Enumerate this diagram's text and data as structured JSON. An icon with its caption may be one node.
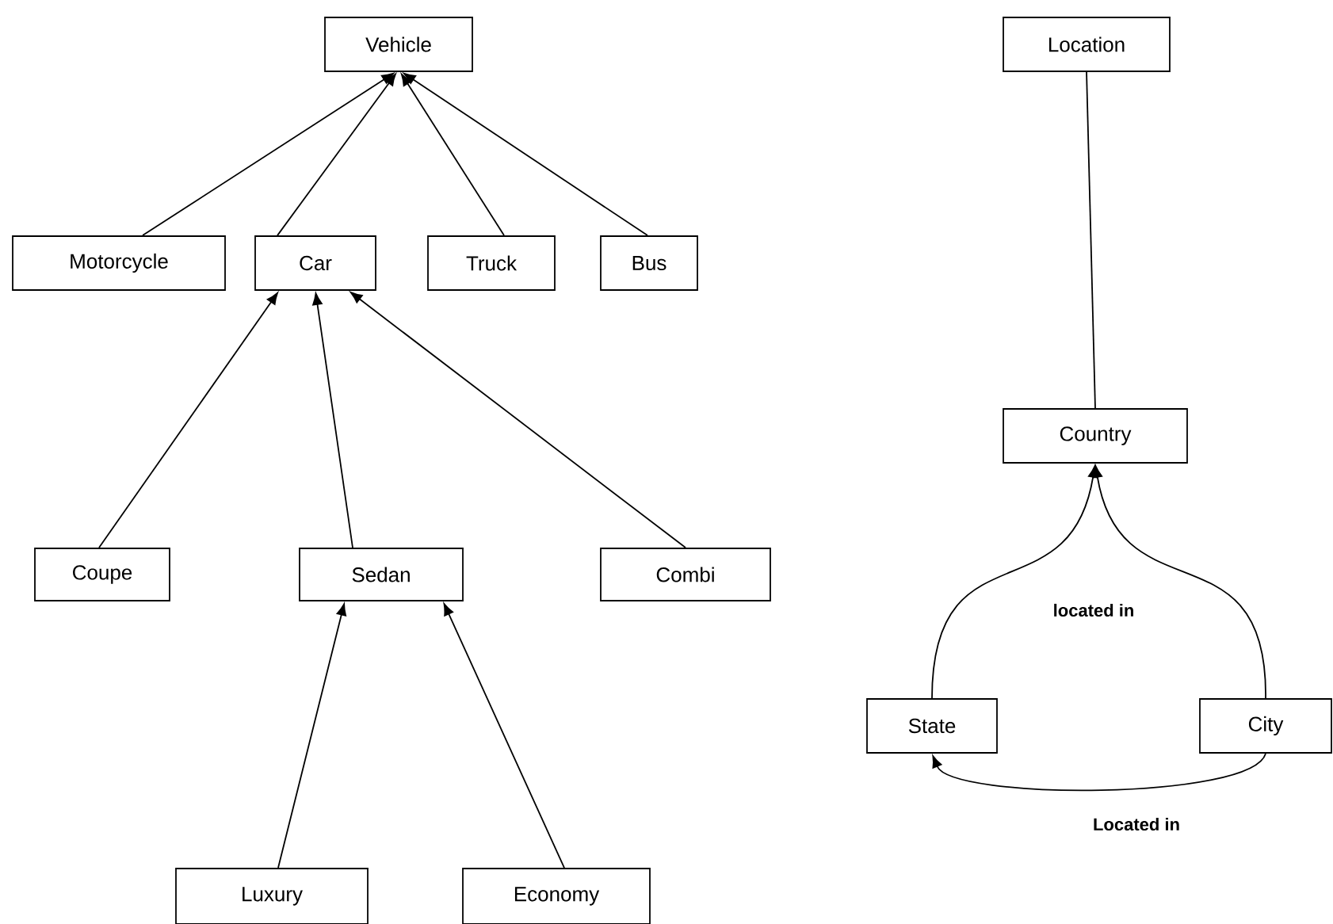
{
  "diagram": {
    "nodes": [
      {
        "text": [
          "Vehicle"
        ]
      },
      {
        "text": [
          "Motorcycle"
        ]
      },
      {
        "text": [
          "Car"
        ]
      },
      {
        "text": [
          "Truck"
        ]
      },
      {
        "text": [
          "Bus"
        ]
      },
      {
        "text": [
          "Coupe"
        ]
      },
      {
        "text": [
          "Sedan"
        ]
      },
      {
        "text": [
          "Combi"
        ]
      },
      {
        "text": [
          "Luxury"
        ]
      },
      {
        "text": [
          "Economy"
        ]
      },
      {
        "text": [
          "Location"
        ]
      },
      {
        "text": [
          "Country"
        ]
      },
      {
        "text": [
          "State"
        ]
      },
      {
        "text": [
          "City"
        ]
      }
    ],
    "edges": [
      {
        "from": 1,
        "to": 0,
        "arrow": "to"
      },
      {
        "from": 2,
        "to": 0,
        "arrow": "to"
      },
      {
        "from": 3,
        "to": 0,
        "arrow": "to"
      },
      {
        "from": 4,
        "to": 0,
        "arrow": "to"
      },
      {
        "from": 5,
        "to": 2,
        "arrow": "to"
      },
      {
        "from": 6,
        "to": 2,
        "arrow": "to"
      },
      {
        "from": 7,
        "to": 2,
        "arrow": "to"
      },
      {
        "from": 8,
        "to": 6,
        "arrow": "to"
      },
      {
        "from": 9,
        "to": 6,
        "arrow": "to"
      },
      {
        "from": 11,
        "to": 10,
        "arrow": "none"
      },
      {
        "from": 12,
        "to": 11,
        "arrow": "to",
        "label": "located in"
      },
      {
        "from": 13,
        "to": 11,
        "arrow": "to"
      },
      {
        "from": 13,
        "to": 12,
        "arrow": "to",
        "label": "Located in"
      }
    ]
  }
}
